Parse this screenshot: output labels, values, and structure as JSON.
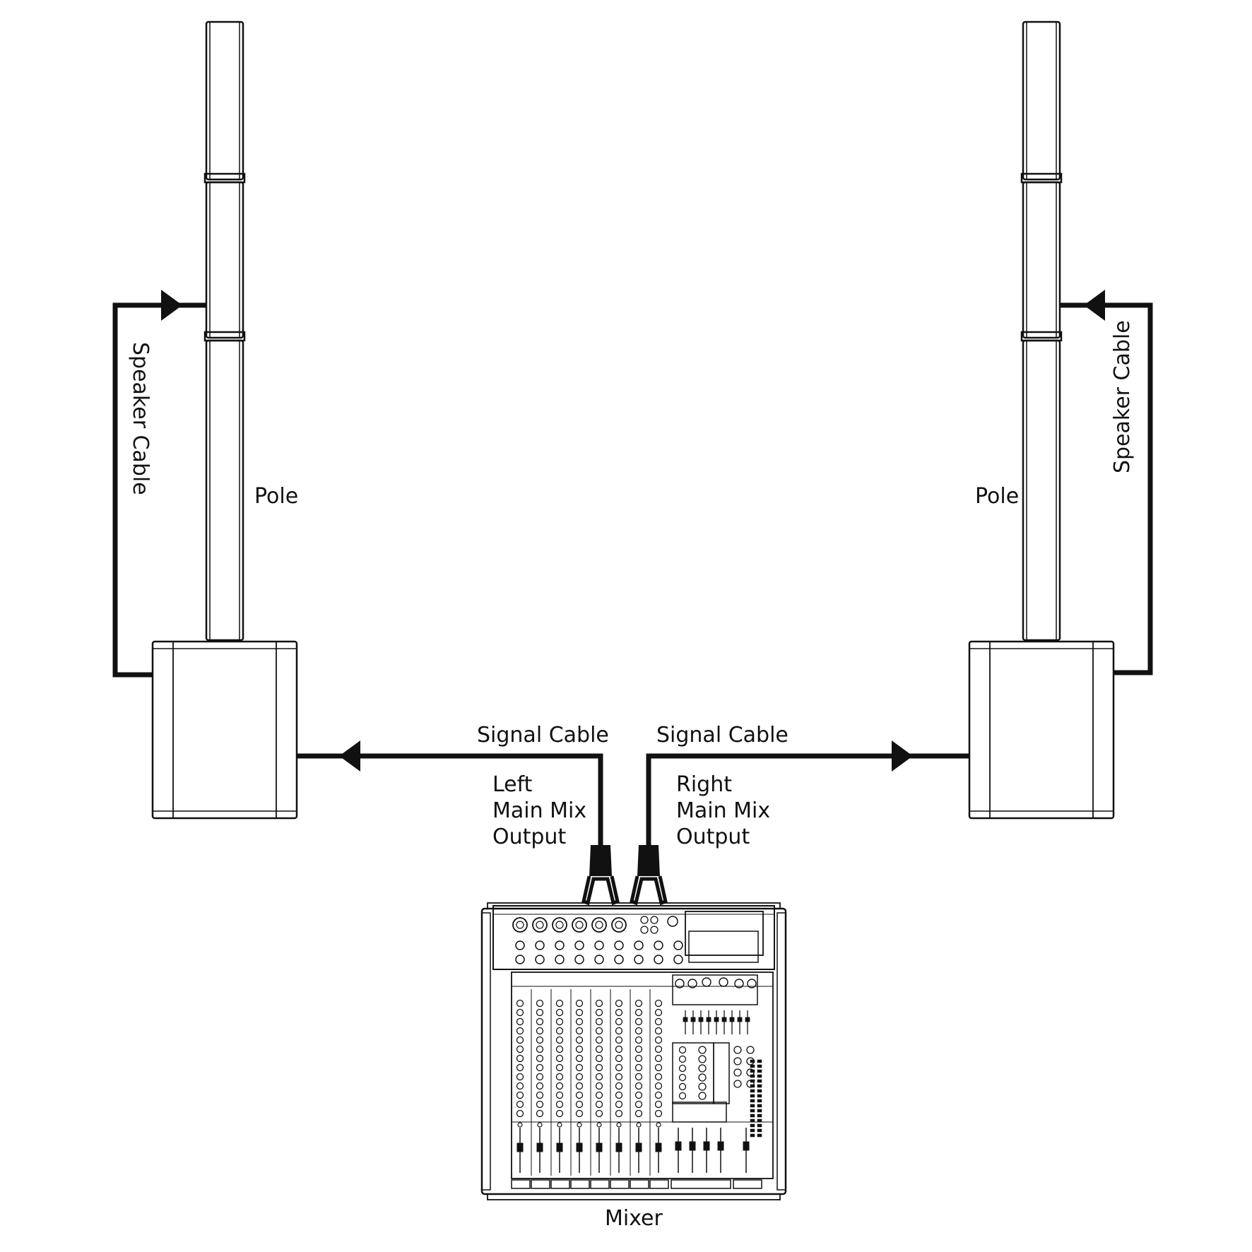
{
  "labels": {
    "speaker_cable_left": "Speaker Cable",
    "speaker_cable_right": "Speaker Cable",
    "pole_left": "Pole",
    "pole_right": "Pole",
    "signal_cable_left": "Signal Cable",
    "signal_cable_right": "Signal Cable",
    "left_output": [
      "Left",
      "Main Mix",
      "Output"
    ],
    "right_output": [
      "Right",
      "Main Mix",
      "Output"
    ],
    "mixer": "Mixer"
  },
  "colors": {
    "line": "#111111",
    "background": "#ffffff"
  }
}
